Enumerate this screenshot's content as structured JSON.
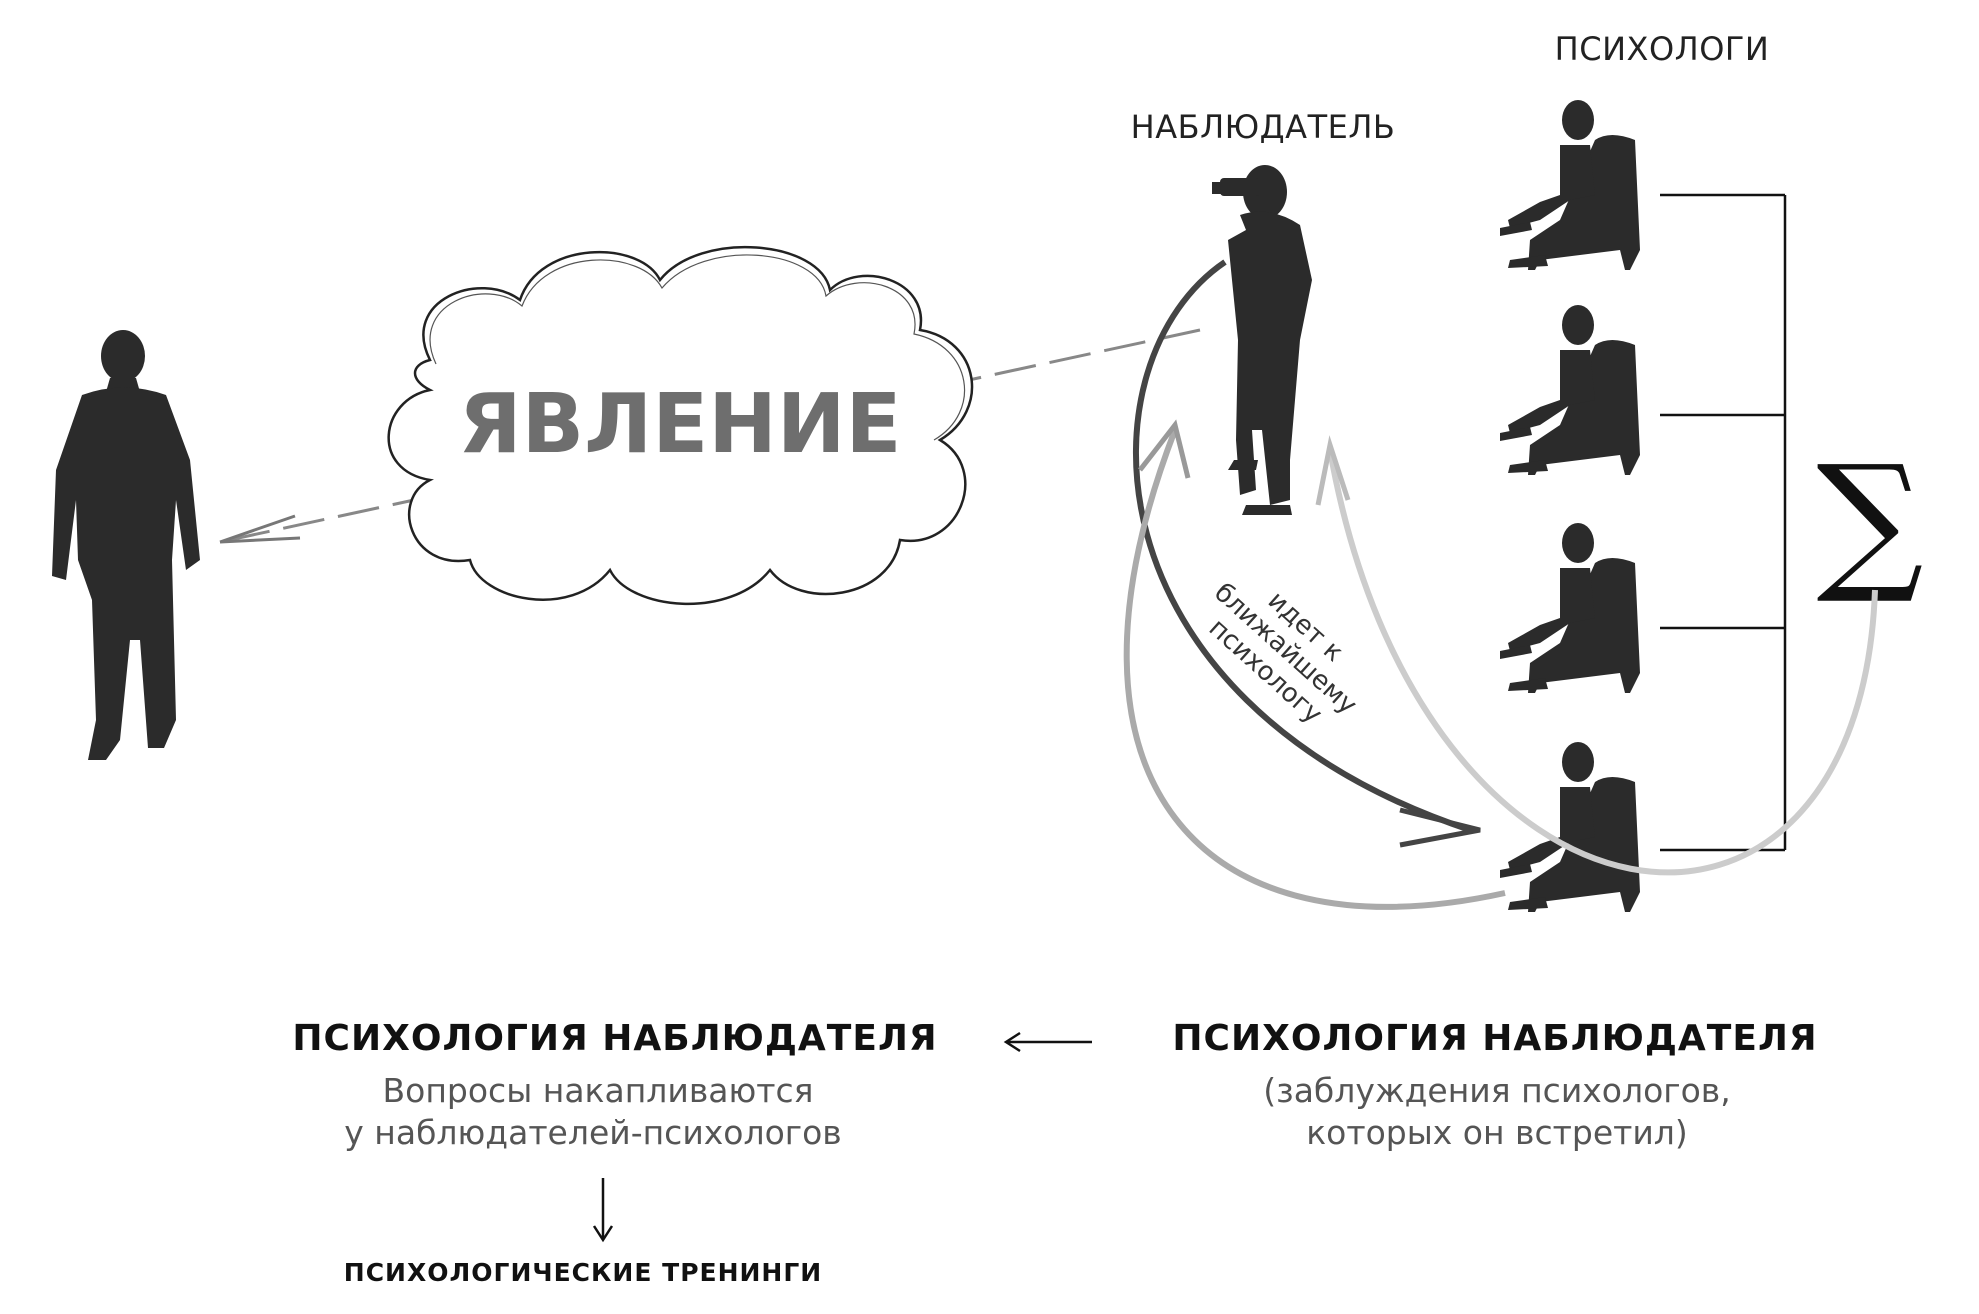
{
  "labels": {
    "psychologists": "ПСИХОЛОГИ",
    "observer": "НАБЛЮДАТЕЛЬ",
    "phenomenon": "ЯВЛЕНИЕ",
    "arrow_note": [
      "идет к",
      "ближайшему",
      "психологу"
    ],
    "sum_symbol": "∑"
  },
  "bottom_left": {
    "title": "ПСИХОЛОГИЯ НАБЛЮДАТЕЛЯ",
    "line1": "Вопросы накапливаются",
    "line2": "у наблюдателей-психологов",
    "result": "ПСИХОЛОГИЧЕСКИЕ ТРЕНИНГИ"
  },
  "bottom_right": {
    "title": "ПСИХОЛОГИЯ НАБЛЮДАТЕЛЯ",
    "line1": "(заблуждения психологов,",
    "line2": "которых он встретил)"
  }
}
